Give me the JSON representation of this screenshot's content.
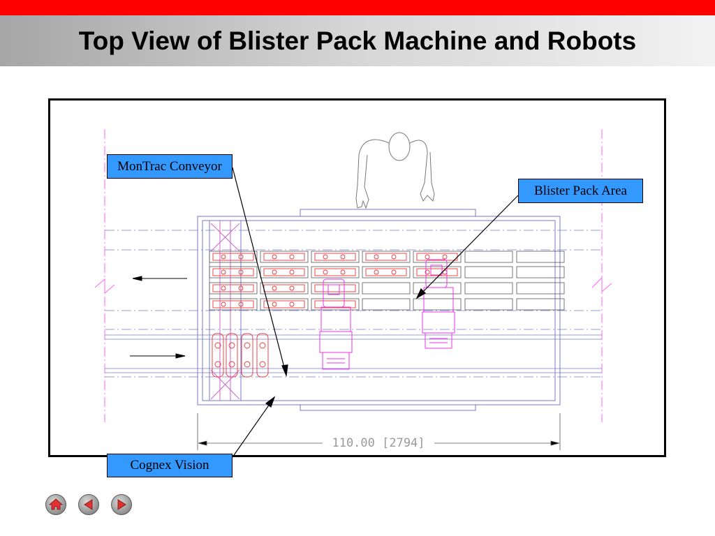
{
  "slide": {
    "title": "Top View of Blister Pack Machine and Robots"
  },
  "callouts": {
    "montrac": "MonTrac Conveyor",
    "blister": "Blister Pack Area",
    "cognex": "Cognex Vision"
  },
  "dimension": {
    "label": "110.00  [2794]"
  },
  "navigation": {
    "home_icon": "home-icon",
    "back_icon": "back-arrow-icon",
    "forward_icon": "forward-arrow-icon"
  },
  "colors": {
    "accent_red": "#ff0000",
    "callout_blue": "#3399ff"
  }
}
